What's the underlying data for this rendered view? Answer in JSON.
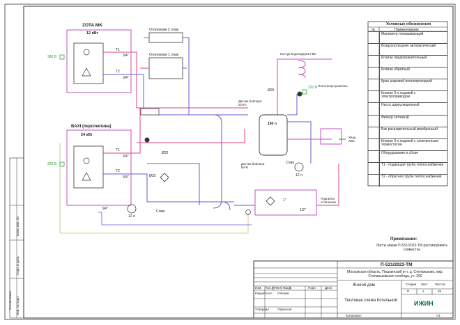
{
  "frame": {
    "side_labels": [
      "Согласовано",
      "Взам. инв. №",
      "Подп. и дата",
      "Инв. № подл."
    ]
  },
  "boilers": {
    "zota": {
      "title": "ZOTA MK",
      "power": "12 кВт",
      "pipe_t1": "T1",
      "pipe_t2": "T2",
      "size": "3/4\"",
      "size2": "3/4\""
    },
    "baxi": {
      "title": "BAXI (перспектива)",
      "power": "24 кВт",
      "pipe_t1": "T1",
      "pipe_t2": "T2",
      "size": "3/4\"",
      "size2": "3/4\""
    },
    "volt_zota": "380 В",
    "volt_baxi": "220 В"
  },
  "labels": {
    "floor2": "Отопление 2 этаж",
    "floor1": "Отопление 1 этаж",
    "dhw_circuit": "Контур водоподгрев ГВС",
    "recirc": "Полотенцесушитель",
    "sensor_zota": "Датчик бойлера ZOTA",
    "sensor_baxi": "Датчик бойлера BAXI",
    "boiler_tank": "150 л",
    "cold_water": "Хвод ХВС",
    "supply_heat": "Подпитка отопления",
    "volt_pump": "220 В",
    "d32": "Ø32",
    "d32b": "Ø32",
    "d25": "Ø25",
    "exp_vol1": "12 л",
    "exp_vol2": "12 л",
    "drain": "Слив",
    "drain2": "Слив",
    "size_1": "1\"",
    "size_12": "1/2\"",
    "size_34": "3/4\""
  },
  "legend": {
    "title": "Условные обозначения",
    "col_no": "№",
    "col_name": "Наименование",
    "items": [
      {
        "sym": "manometer-icon",
        "name": "Манометр показывающий"
      },
      {
        "sym": "air-vent-icon",
        "name": "Воздухоотводчик автоматический"
      },
      {
        "sym": "relief-valve-icon",
        "name": "Клапан предохранительный"
      },
      {
        "sym": "check-valve-icon",
        "name": "Клапан обратный"
      },
      {
        "sym": "ball-valve-icon",
        "name": "Кран шаровой полнопроходной"
      },
      {
        "sym": "three-way-valve-icon",
        "name": "Клапан 3-х ходовой с электроприводом"
      },
      {
        "sym": "pump-icon",
        "name": "Насос циркуляционный"
      },
      {
        "sym": "filter-icon",
        "name": "Фильтр сетчатый"
      },
      {
        "sym": "expansion-tank-icon",
        "name": "Бак расширительный мембранный"
      },
      {
        "sym": "thermo-valve-icon",
        "name": "Клапан 3-х ходовой с электронным термостатом"
      },
      {
        "sym": "equipment-box-icon",
        "name": "Оборудование в сборе"
      },
      {
        "sym": "supply-line-icon",
        "name": "Т1 - подающая труба теплоснабжения"
      },
      {
        "sym": "return-line-icon",
        "name": "Т2 - обратная труба теплоснабжения"
      }
    ]
  },
  "note": {
    "title": "Примечание:",
    "text": "Листы марки П-531/2023-ТМ рассматривать совместно"
  },
  "stamp": {
    "code": "П-531/2023-ТМ",
    "address": "Московская область, Пушкинский р-н, д. Степаньково, мкр. Степаньковская слобода, уч. 260",
    "object": "Жилой дом",
    "sheet_title": "Тепловая схема Котельной",
    "col_headers": [
      "Изм.",
      "Кол.уч",
      "Лист",
      "№док.",
      "Подп.",
      "Дата"
    ],
    "rows": [
      {
        "role": "Разработал",
        "name": "Олемов"
      },
      {
        "role": "",
        "name": ""
      },
      {
        "role": "Утвердил",
        "name": "Ларионов"
      }
    ],
    "stage_label": "Стадия",
    "sheet_label": "Лист",
    "sheets_label": "Листов",
    "stage": "П",
    "sheet": "1",
    "sheets": "35",
    "company": "ИЖИН",
    "copied": "Копировал",
    "format": "А3"
  },
  "colors": {
    "supply": "#e0408a",
    "return": "#6a5acd",
    "equipment": "#c050c0",
    "green": "#30a030"
  }
}
